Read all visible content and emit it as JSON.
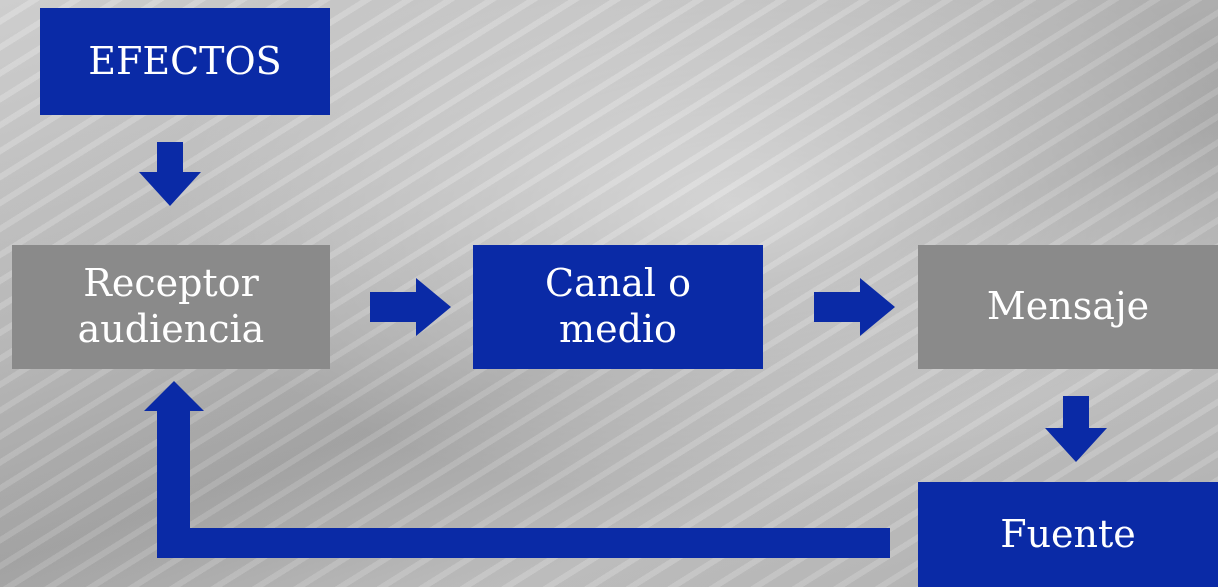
{
  "diagram": {
    "nodes": {
      "efectos": "EFECTOS",
      "receptor": "Receptor\naudiencia",
      "canal": "Canal o\nmedio",
      "mensaje": "Mensaje",
      "fuente": "Fuente"
    },
    "colors": {
      "blue": "#0a2aa6",
      "gray": "#8a8a8a"
    }
  }
}
